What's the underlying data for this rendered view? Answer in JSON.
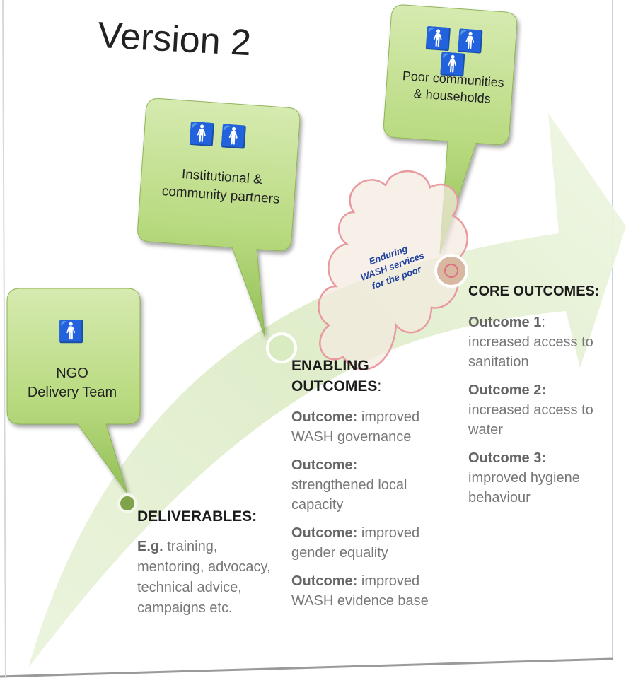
{
  "title": {
    "line2": "Version 2"
  },
  "bubbles": {
    "ngo": {
      "persons": "🚹",
      "line1": "NGO",
      "line2": "Delivery Team"
    },
    "partners": {
      "persons": "🚹🚹",
      "line1": "Institutional &",
      "line2": "community partners"
    },
    "communities": {
      "persons": "🚹🚹🚹",
      "line1": "Poor communities",
      "line2": "& households"
    }
  },
  "cloud": {
    "line1": "Enduring",
    "line2": "WASH services",
    "line3": "for the poor"
  },
  "deliverables": {
    "heading": "DELIVERABLES:",
    "eg": "E.g.",
    "text1": " training,",
    "text2": "mentoring, advocacy,",
    "text3": "technical advice,",
    "text4": "campaigns etc."
  },
  "enabling": {
    "heading1": "ENABLING",
    "heading2": "OUTCOMES",
    "colon": ":",
    "items": [
      {
        "label": "Outcome:",
        "rest": " improved",
        "line2": "WASH governance",
        "line3": ""
      },
      {
        "label": "Outcome:",
        "rest": "",
        "line2": "strengthened local",
        "line3": "capacity"
      },
      {
        "label": "Outcome:",
        "rest": " improved",
        "line2": "gender equality",
        "line3": ""
      },
      {
        "label": "Outcome:",
        "rest": " improved",
        "line2": "WASH evidence base",
        "line3": ""
      }
    ]
  },
  "core": {
    "heading": "CORE OUTCOMES:",
    "items": [
      {
        "label": "Outcome 1",
        "colon": ":",
        "line2": "increased access to",
        "line3": "sanitation"
      },
      {
        "label": "Outcome 2:",
        "colon": "",
        "line2": "increased access to",
        "line3": "water"
      },
      {
        "label": "Outcome 3:",
        "colon": "",
        "line2": "improved hygiene",
        "line3": "behaviour"
      }
    ]
  },
  "colors": {
    "bubble": "#a9cf6a",
    "arrow": "#e3efcf",
    "cloud_stroke": "#e89a9f",
    "cloud_text": "#1e3f9e"
  }
}
